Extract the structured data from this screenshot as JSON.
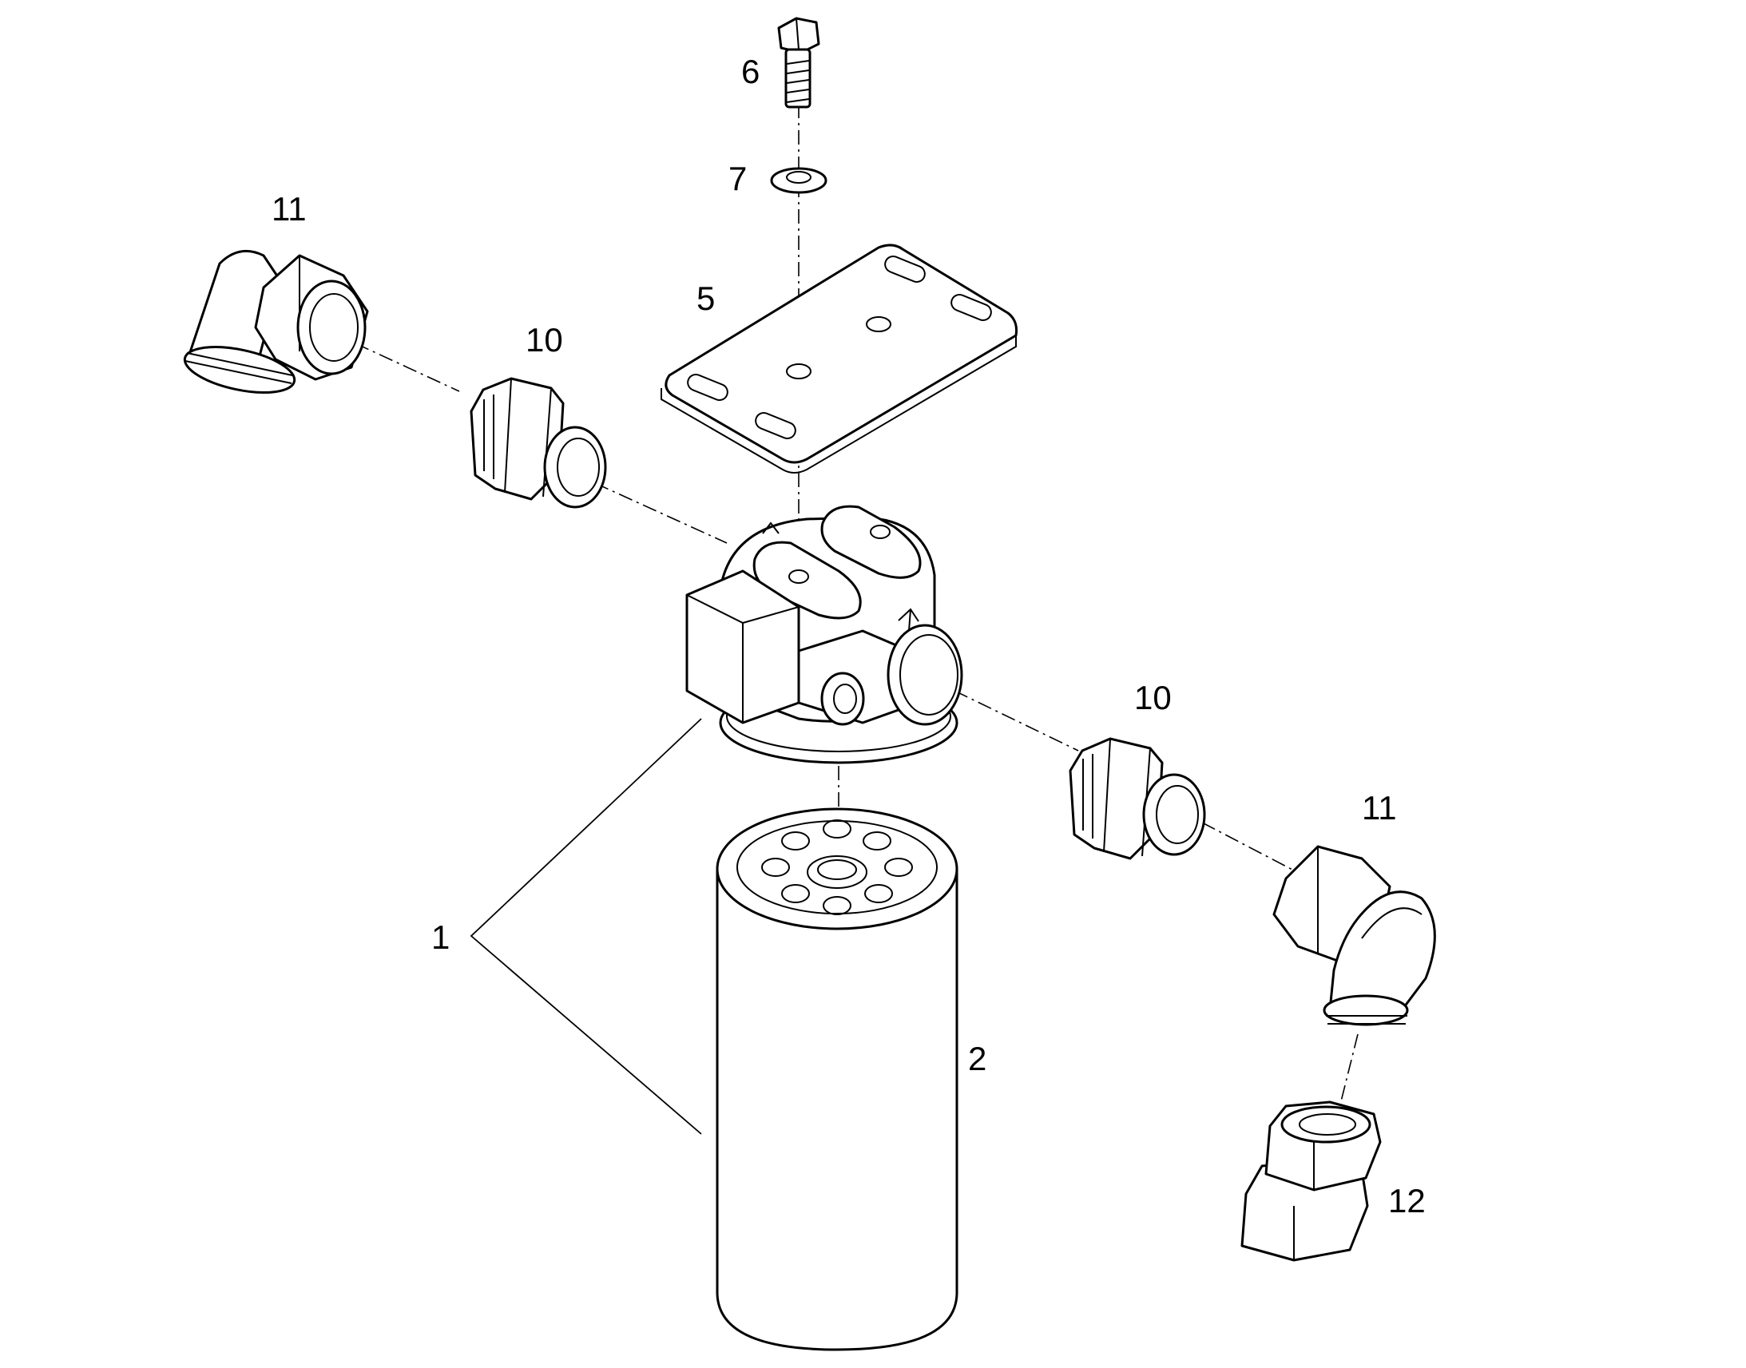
{
  "callouts": {
    "c1": "1",
    "c2": "2",
    "c5": "5",
    "c6": "6",
    "c7": "7",
    "c10a": "10",
    "c10b": "10",
    "c11a": "11",
    "c11b": "11",
    "c12": "12"
  },
  "colors": {
    "line": "#000000",
    "background": "#ffffff"
  }
}
